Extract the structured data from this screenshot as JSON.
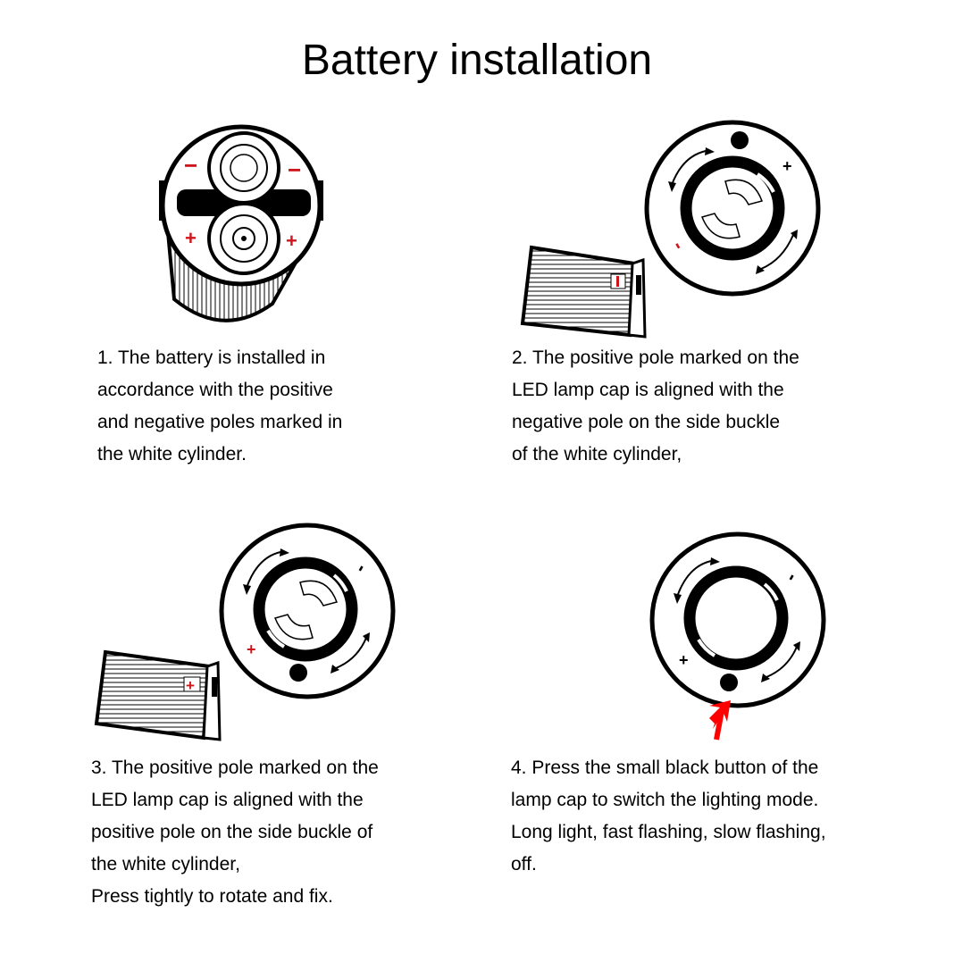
{
  "title": "Battery installation",
  "steps": [
    {
      "lines": [
        "1. The battery is installed in",
        "accordance with the positive",
        "and negative poles marked in",
        "the white cylinder."
      ]
    },
    {
      "lines": [
        "2. The positive pole marked on the",
        "LED lamp cap is aligned with the",
        "negative pole on the side buckle",
        "of the white cylinder,"
      ]
    },
    {
      "lines": [
        "3. The positive pole marked on the",
        "LED lamp cap is aligned with the",
        "positive pole on the side buckle of",
        "the white cylinder,",
        "Press tightly to rotate and fix."
      ]
    },
    {
      "lines": [
        "4. Press the small black button of the",
        "lamp cap to switch the lighting mode.",
        "Long light, fast flashing, slow flashing,",
        "off."
      ]
    }
  ],
  "marks": {
    "plus": "+",
    "minus": "−",
    "dash": "-"
  },
  "colors": {
    "pole_red": "#d0141b",
    "arrow_red": "#ff0000",
    "ink": "#000000"
  },
  "icons": [
    "battery-holder-icon",
    "lamp-cap-icon",
    "cylinder-icon",
    "press-arrow-icon",
    "rotate-arrow-icon"
  ]
}
